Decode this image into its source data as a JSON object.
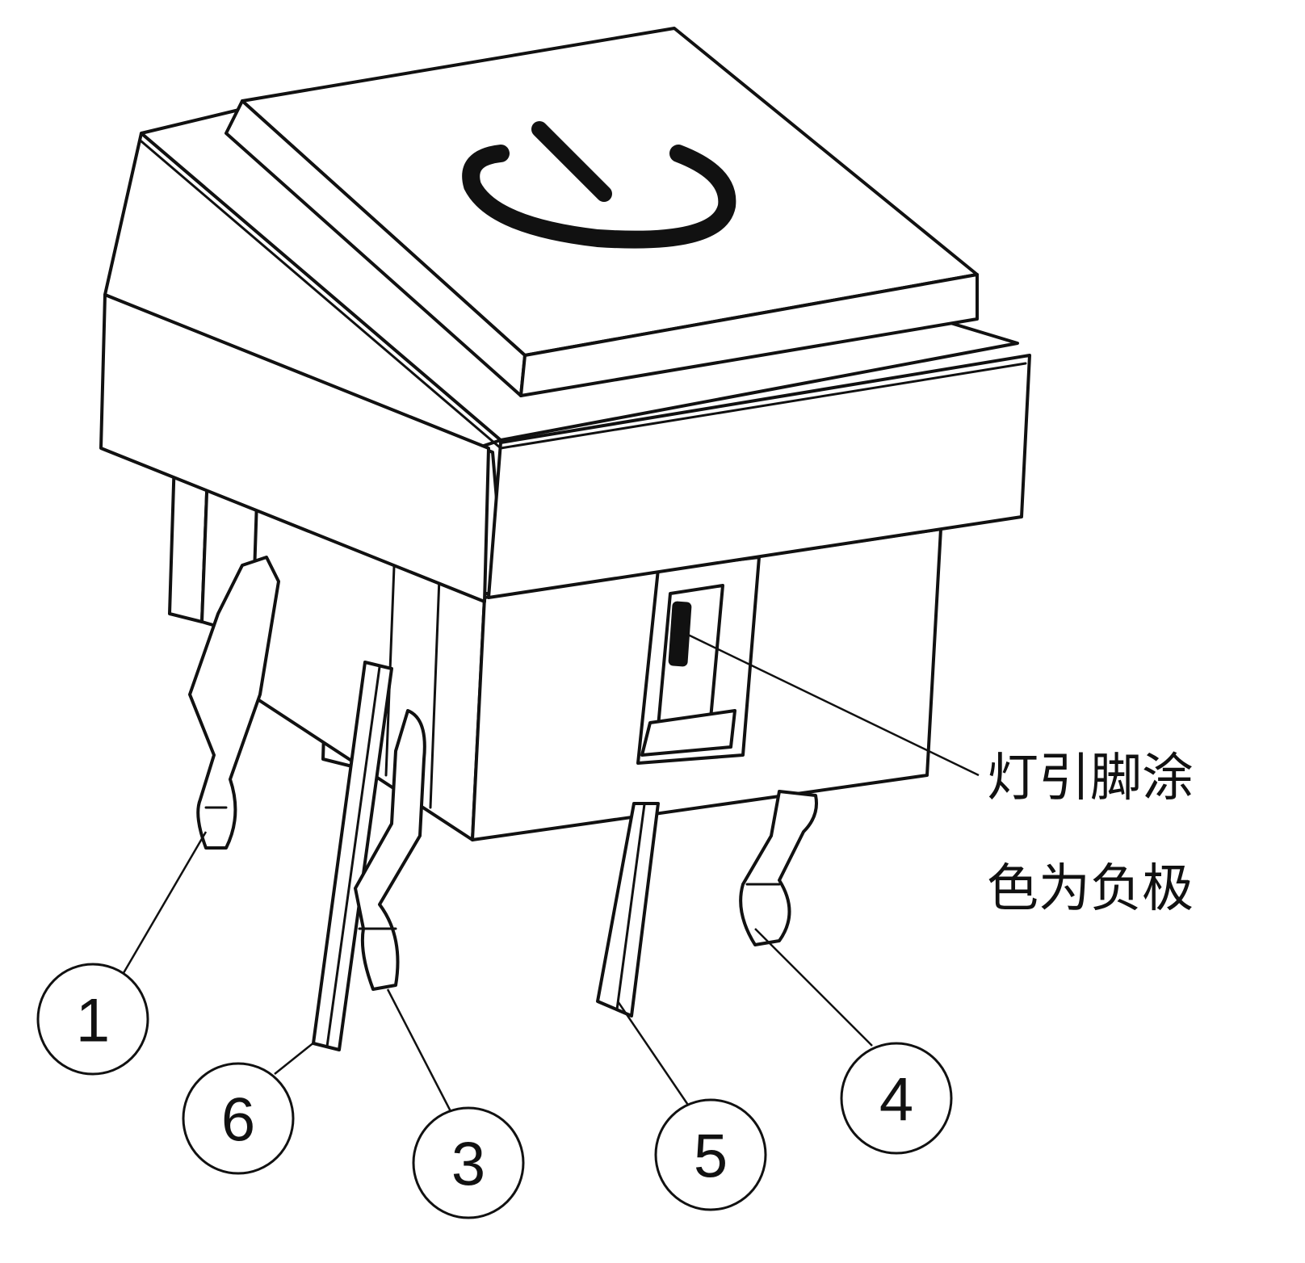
{
  "callouts": [
    {
      "id": "1",
      "label": "1"
    },
    {
      "id": "6",
      "label": "6"
    },
    {
      "id": "3",
      "label": "3"
    },
    {
      "id": "5",
      "label": "5"
    },
    {
      "id": "4",
      "label": "4"
    }
  ],
  "note": {
    "line1": "灯引脚涂",
    "line2": "色为负极"
  },
  "symbols": {
    "button_icon": "power-icon"
  }
}
